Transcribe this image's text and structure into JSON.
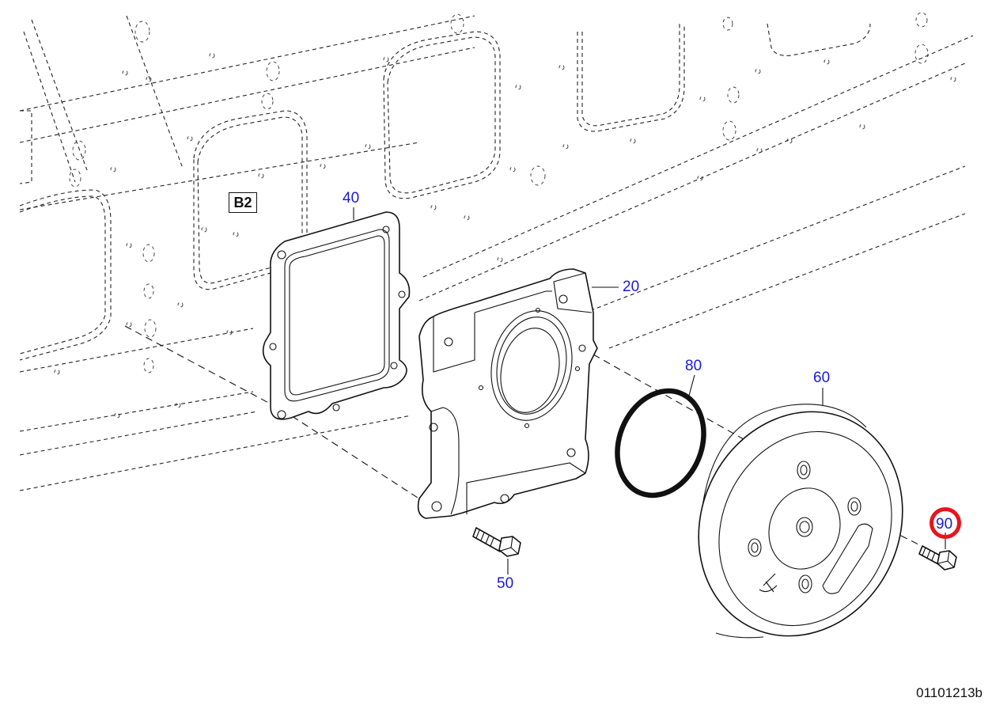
{
  "diagram": {
    "reference_box": "B2",
    "drawing_code": "01101213b",
    "highlight_color": "#e8141d",
    "callout_color": "#1a1ad6",
    "line_color": "#111111",
    "highlighted_callout": "90",
    "callouts": {
      "c40": "40",
      "c20": "20",
      "c80": "80",
      "c60": "60",
      "c50": "50",
      "c90": "90"
    }
  }
}
